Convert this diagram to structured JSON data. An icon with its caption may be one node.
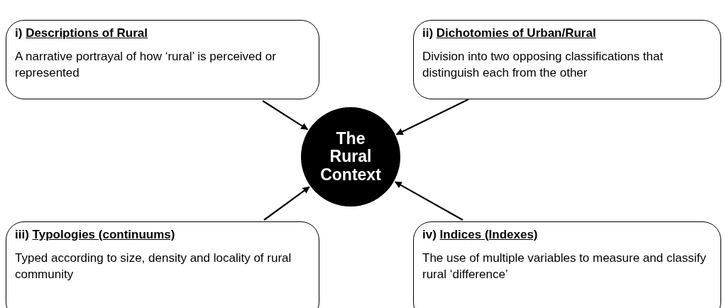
{
  "diagram": {
    "nodes": [
      {
        "text": [
          "i)",
          "Descriptions of Rural",
          "A narrative portrayal of how ‘rural’ is perceived or represented"
        ]
      },
      {
        "text": [
          "ii)",
          "Dichotomies of Urban/Rural",
          "Division into two opposing classifications that distinguish each from the other"
        ]
      },
      {
        "text": [
          "The Rural Context"
        ]
      },
      {
        "text": [
          "iii)",
          "Typologies (continuums)",
          "Typed according to size, density and locality of rural community"
        ]
      },
      {
        "text": [
          "iv)",
          "Indices (Indexes)",
          "The use of multiple variables to measure and classify rural ‘difference’"
        ]
      }
    ],
    "edges": [
      {
        "from": 0,
        "to": 2,
        "arrow": "to"
      },
      {
        "from": 1,
        "to": 2,
        "arrow": "to"
      },
      {
        "from": 3,
        "to": 2,
        "arrow": "to"
      },
      {
        "from": 4,
        "to": 2,
        "arrow": "to"
      }
    ]
  }
}
